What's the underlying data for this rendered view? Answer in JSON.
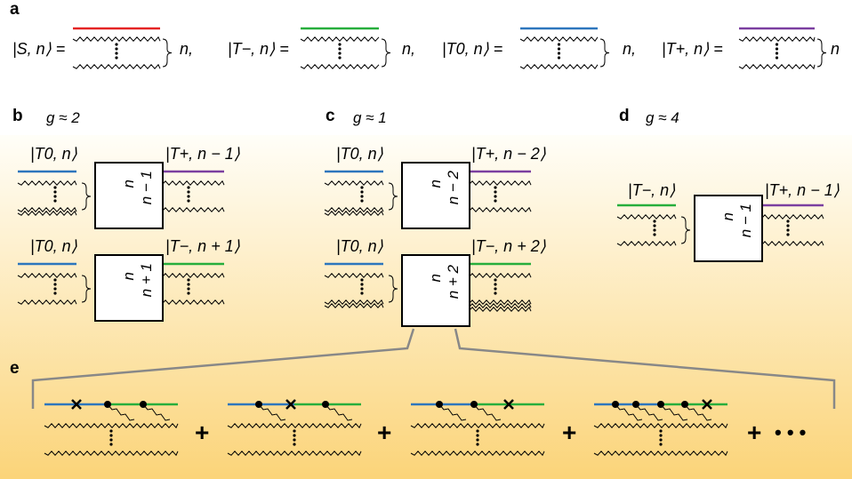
{
  "panels": {
    "a": "a",
    "b": "b",
    "c": "c",
    "d": "d",
    "e": "e"
  },
  "g_values": {
    "b": "g ≈ 2",
    "c": "g ≈ 1",
    "d": "g ≈ 4"
  },
  "states_a": [
    {
      "ket": "|S, n⟩ =",
      "suffix": "n,",
      "color": "#e52424"
    },
    {
      "ket": "|T−, n⟩ =",
      "suffix": "n,",
      "color": "#27ae3c"
    },
    {
      "ket": "|T0, n⟩ =",
      "suffix": "n,",
      "color": "#2d76bd"
    },
    {
      "ket": "|T+, n⟩ =",
      "suffix": "n",
      "color": "#7b3fa0"
    }
  ],
  "process_b1": {
    "in": "|T0, n⟩",
    "out": "|T+, n − 1⟩",
    "box_top": "n",
    "box_bottom": "n − 1"
  },
  "process_b2": {
    "in": "|T0, n⟩",
    "out": "|T−, n + 1⟩",
    "box_top": "n",
    "box_bottom": "n + 1"
  },
  "process_c1": {
    "in": "|T0, n⟩",
    "out": "|T+, n − 2⟩",
    "box_top": "n",
    "box_bottom": "n − 2"
  },
  "process_c2": {
    "in": "|T0, n⟩",
    "out": "|T−, n + 2⟩",
    "box_top": "n",
    "box_bottom": "n + 2"
  },
  "process_d": {
    "in": "|T−, n⟩",
    "out": "|T+, n − 1⟩",
    "box_top": "n",
    "box_bottom": "n − 1"
  },
  "expansion": {
    "plus": "+",
    "ellipsis": "• • •"
  },
  "colors": {
    "blue": "#2d76bd",
    "green": "#27ae3c",
    "purple": "#7b3fa0",
    "red": "#e52424",
    "gradient_top": "#fffef8",
    "gradient_bottom": "#fbd479",
    "connector": "#888888"
  }
}
